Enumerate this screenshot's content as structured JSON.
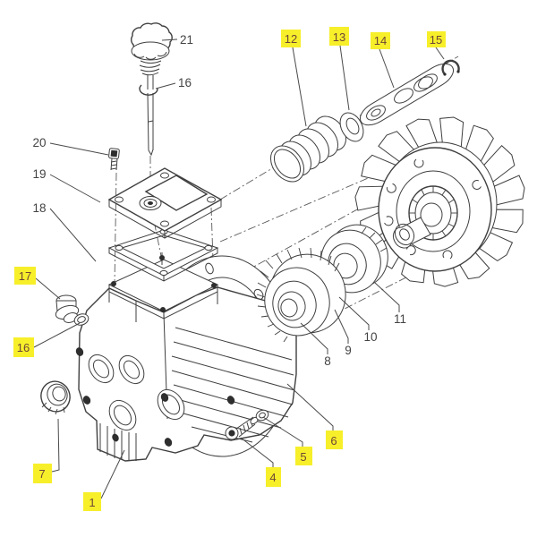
{
  "colors": {
    "background": "#ffffff",
    "highlight": "#f7ef2a",
    "highlight_text": "#6f4636",
    "label_text": "#434343",
    "line": "#3f3f3f"
  },
  "callouts": {
    "p1": {
      "label": "1",
      "highlighted": true
    },
    "p4": {
      "label": "4",
      "highlighted": true
    },
    "p5": {
      "label": "5",
      "highlighted": true
    },
    "p6": {
      "label": "6",
      "highlighted": true
    },
    "p7": {
      "label": "7",
      "highlighted": true
    },
    "p8": {
      "label": "8",
      "highlighted": false
    },
    "p9": {
      "label": "9",
      "highlighted": false
    },
    "p10": {
      "label": "10",
      "highlighted": false
    },
    "p11": {
      "label": "11",
      "highlighted": false
    },
    "p12": {
      "label": "12",
      "highlighted": true
    },
    "p13": {
      "label": "13",
      "highlighted": true
    },
    "p14": {
      "label": "14",
      "highlighted": true
    },
    "p15": {
      "label": "15",
      "highlighted": true
    },
    "p16_top": {
      "label": "16",
      "highlighted": false
    },
    "p16_left": {
      "label": "16",
      "highlighted": true
    },
    "p17": {
      "label": "17",
      "highlighted": true
    },
    "p18": {
      "label": "18",
      "highlighted": false
    },
    "p19": {
      "label": "19",
      "highlighted": false
    },
    "p20": {
      "label": "20",
      "highlighted": false
    },
    "p21": {
      "label": "21",
      "highlighted": false
    }
  }
}
